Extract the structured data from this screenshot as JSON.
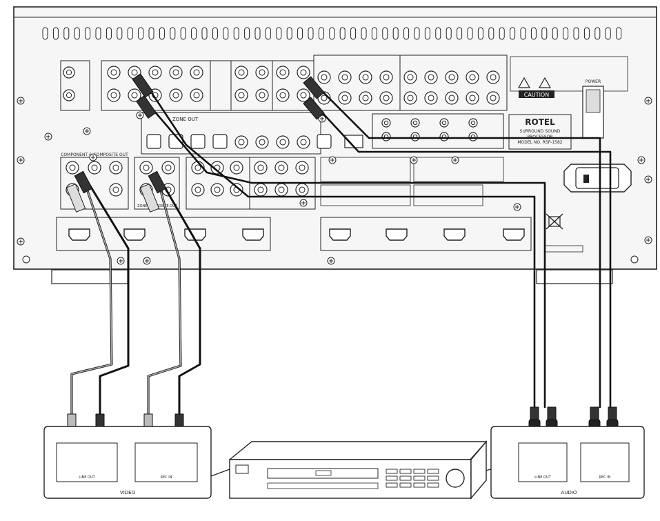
{
  "panel": {
    "brand": "ROTEL",
    "model_line1": "SURROUND SOUND",
    "model_line2": "PROCESSOR",
    "model_line3": "MODEL NO. RSP-1582",
    "caution": "CAUTION",
    "section_zone": "ZONE OUT",
    "section_component": "COMPONENT & COMPOSITE OUT",
    "section_zone_composite": "ZONE COMPOSITE OUT",
    "power": "POWER"
  },
  "devices": {
    "video_label": "VIDEO",
    "audio_label": "AUDIO",
    "left_box_a_label": "LINE OUT",
    "left_box_b_label": "REC IN",
    "right_box_a_label": "LINE OUT",
    "right_box_b_label": "REC IN"
  },
  "colors": {
    "line": "#222222",
    "cable_black": "#111111",
    "cable_gray": "#9a9a9a",
    "panel_fill": "#f6f6f6"
  }
}
